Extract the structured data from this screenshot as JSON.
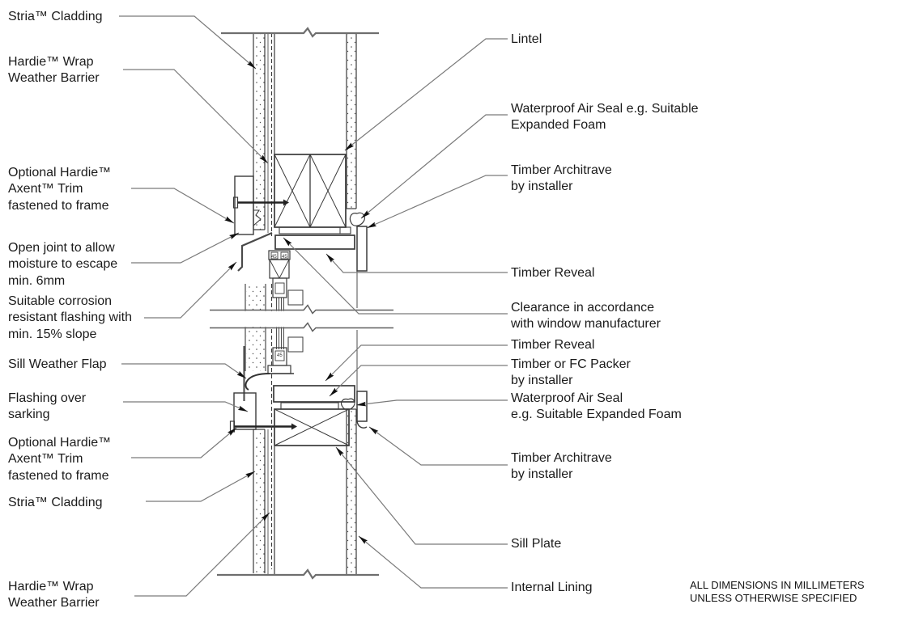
{
  "labels_left": [
    {
      "name": "stria-cladding-top",
      "lines": [
        "Stria™ Cladding"
      ]
    },
    {
      "name": "hardie-wrap-top",
      "lines": [
        "Hardie™ Wrap",
        "Weather Barrier"
      ]
    },
    {
      "name": "axent-trim-top",
      "lines": [
        "Optional Hardie™",
        "Axent™ Trim",
        "fastened to frame"
      ]
    },
    {
      "name": "open-joint",
      "lines": [
        "Open joint to allow",
        "moisture to escape",
        "min. 6mm"
      ]
    },
    {
      "name": "corrosion-flashing",
      "lines": [
        "Suitable corrosion",
        "resistant flashing with",
        "min. 15% slope"
      ]
    },
    {
      "name": "sill-weather-flap",
      "lines": [
        "Sill Weather Flap"
      ]
    },
    {
      "name": "flashing-over-sarking",
      "lines": [
        "Flashing over",
        "sarking"
      ]
    },
    {
      "name": "axent-trim-bottom",
      "lines": [
        "Optional Hardie™",
        "Axent™ Trim",
        "fastened to frame"
      ]
    },
    {
      "name": "stria-cladding-bottom",
      "lines": [
        "Stria™ Cladding"
      ]
    },
    {
      "name": "hardie-wrap-bottom",
      "lines": [
        "Hardie™ Wrap",
        "Weather Barrier"
      ]
    }
  ],
  "labels_right": [
    {
      "name": "lintel",
      "lines": [
        "Lintel"
      ]
    },
    {
      "name": "waterproof-air-seal-top",
      "lines": [
        "Waterproof Air Seal e.g. Suitable",
        "Expanded Foam"
      ]
    },
    {
      "name": "timber-architrave-top",
      "lines": [
        "Timber Architrave",
        "by installer"
      ]
    },
    {
      "name": "timber-reveal-top",
      "lines": [
        "Timber Reveal"
      ]
    },
    {
      "name": "clearance",
      "lines": [
        "Clearance in accordance",
        "with window manufacturer"
      ]
    },
    {
      "name": "timber-reveal-bottom",
      "lines": [
        "Timber Reveal"
      ]
    },
    {
      "name": "timber-fc-packer",
      "lines": [
        "Timber or FC Packer",
        "by installer"
      ]
    },
    {
      "name": "waterproof-air-seal-bottom",
      "lines": [
        "Waterproof Air Seal",
        "e.g. Suitable Expanded Foam"
      ]
    },
    {
      "name": "timber-architrave-bottom",
      "lines": [
        "Timber Architrave",
        "by installer"
      ]
    },
    {
      "name": "sill-plate",
      "lines": [
        "Sill Plate"
      ]
    },
    {
      "name": "internal-lining",
      "lines": [
        "Internal Lining"
      ]
    }
  ],
  "note": {
    "lines": [
      "ALL DIMENSIONS IN MILLIMETERS",
      "UNLESS OTHERWISE SPECIFIED"
    ]
  },
  "frame_stamp": "45",
  "colors": {
    "leader_line": "#7a7a7a",
    "arrow": "#111111",
    "ink": "#1b1b1b",
    "drawing_line": "#3a3a3a",
    "boundary_line": "#6e6e6e",
    "flashing_line": "#4a4a4a"
  }
}
